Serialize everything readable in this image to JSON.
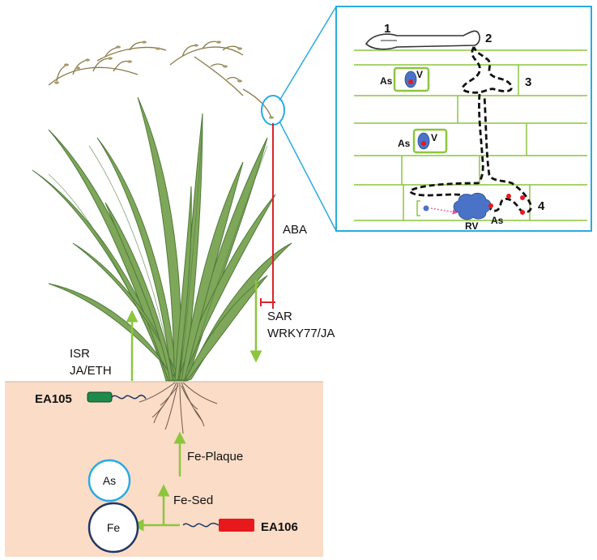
{
  "colors": {
    "soil": "#fbdcc7",
    "arrow_green": "#8cc63f",
    "signal_red": "#d9232a",
    "inset_border": "#29abe2",
    "cell_green": "#8cc63f",
    "vacuole_blue": "#4a73c7",
    "fe_circle": "#1f3864",
    "as_circle": "#29abe2",
    "ea106_bar": "#e8191c",
    "ea105_bar": "#1e8a4b",
    "leaf_green": "#7fa75a",
    "leaf_dark": "#4f7a3a"
  },
  "labels": {
    "aba": "ABA",
    "sar": "SAR",
    "wrky": "WRKY77/JA",
    "isr": "ISR",
    "ja_eth": "JA/ETH",
    "ea105": "EA105",
    "ea106": "EA106",
    "fe_plaque": "Fe-Plaque",
    "fe_sed": "Fe-Sed",
    "as": "As",
    "fe": "Fe"
  },
  "inset": {
    "steps": [
      "1",
      "2",
      "3",
      "4"
    ],
    "as_label": "As",
    "v_label": "V",
    "rv_label": "RV"
  }
}
